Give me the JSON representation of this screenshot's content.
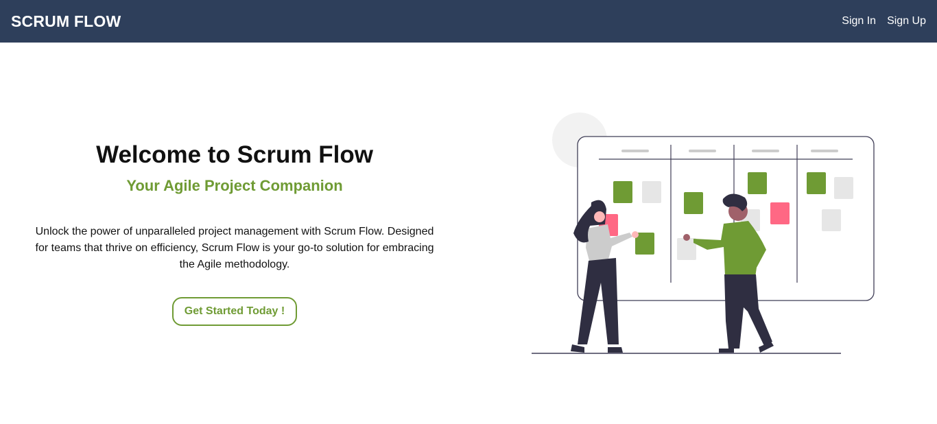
{
  "navbar": {
    "brand": "SCRUM FLOW",
    "links": [
      {
        "label": "Sign In"
      },
      {
        "label": "Sign Up"
      }
    ],
    "background": "#2e3f5b"
  },
  "hero": {
    "title": "Welcome to Scrum Flow",
    "subtitle": "Your Agile Project Companion",
    "description": "Unlock the power of unparalleled project management with Scrum Flow. Designed for teams that thrive on efficiency, Scrum Flow is your go-to solution for embracing the Agile methodology.",
    "cta_label": "Get Started Today !",
    "accent_color": "#6f9b34"
  },
  "illustration": {
    "description": "Two people placing sticky notes on a scrum/kanban board with four columns",
    "colors": {
      "green": "#6f9b34",
      "pink": "#ff6884",
      "gray": "#e6e6e6",
      "dark": "#2f2e41"
    }
  }
}
